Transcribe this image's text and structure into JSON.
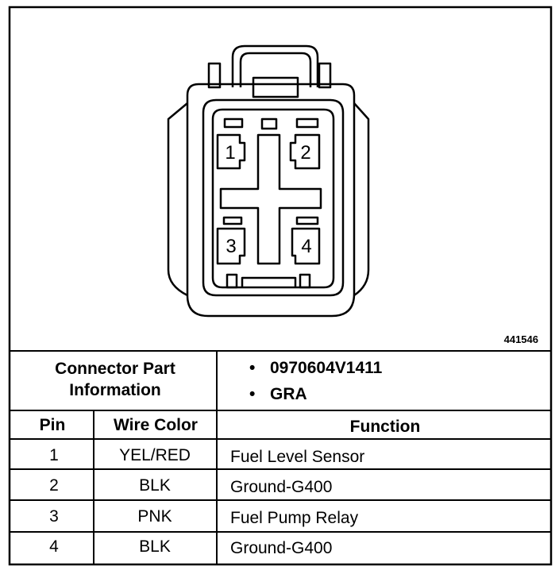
{
  "figure_id": "441546",
  "connector": {
    "pins": [
      {
        "label": "1"
      },
      {
        "label": "2"
      },
      {
        "label": "3"
      },
      {
        "label": "4"
      }
    ]
  },
  "part_info": {
    "label_line1": "Connector Part",
    "label_line2": "Information",
    "bullet": "•",
    "items": [
      "0970604V1411",
      "GRA"
    ]
  },
  "table": {
    "headers": {
      "pin": "Pin",
      "wire_color": "Wire Color",
      "function": "Function"
    },
    "rows": [
      {
        "pin": "1",
        "wire_color": "YEL/RED",
        "function": "Fuel Level Sensor"
      },
      {
        "pin": "2",
        "wire_color": "BLK",
        "function": "Ground-G400"
      },
      {
        "pin": "3",
        "wire_color": "PNK",
        "function": "Fuel Pump Relay"
      },
      {
        "pin": "4",
        "wire_color": "BLK",
        "function": "Ground-G400"
      }
    ]
  }
}
